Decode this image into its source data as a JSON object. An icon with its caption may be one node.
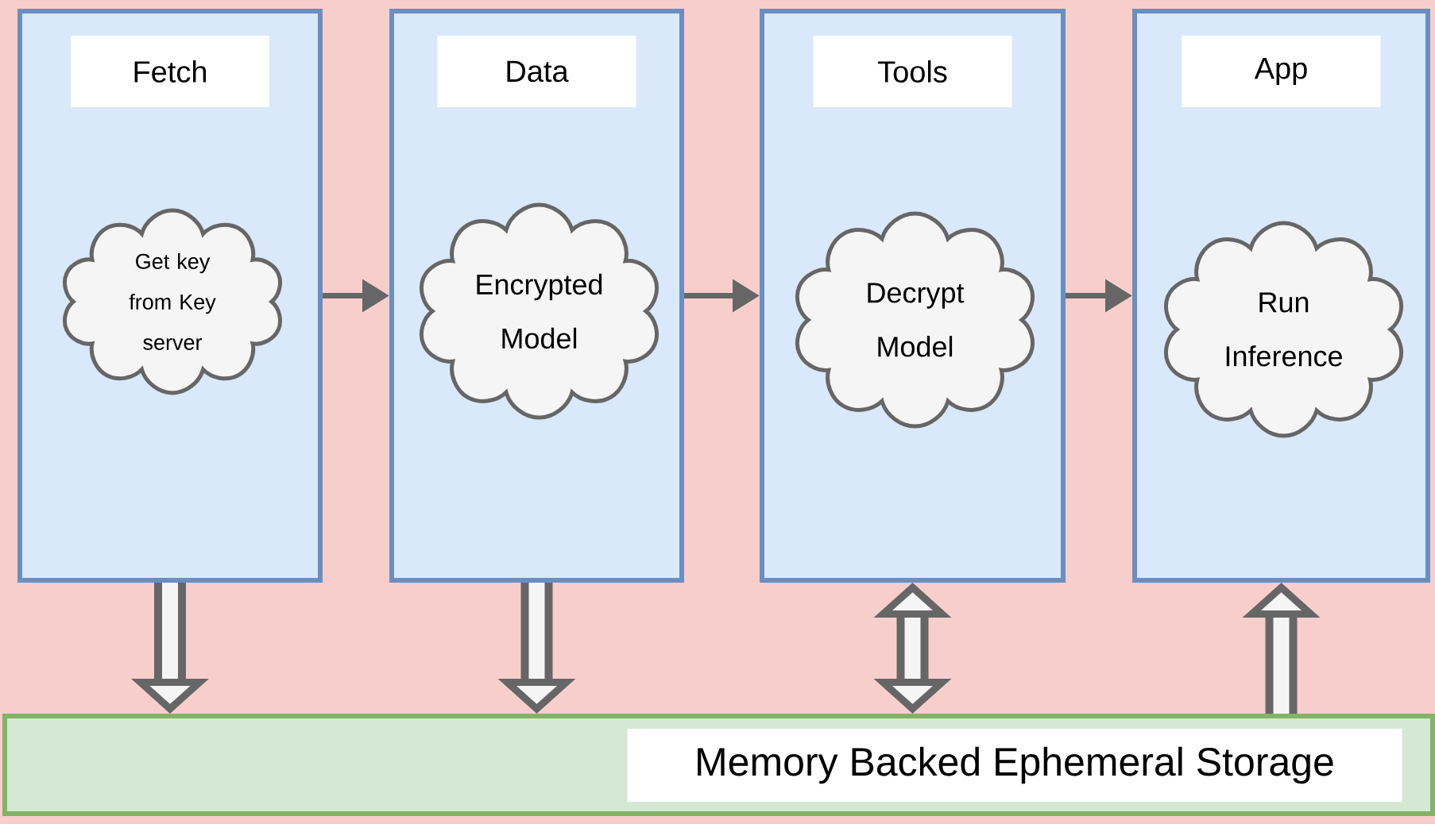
{
  "diagram": {
    "nodes": [
      {
        "text": [
          "Fetch"
        ]
      },
      {
        "text": [
          "Get key from Key server"
        ],
        "in": 0
      },
      {
        "text": [
          "Data"
        ]
      },
      {
        "text": [
          "Encrypted Model"
        ],
        "in": 2
      },
      {
        "text": [
          "Tools"
        ]
      },
      {
        "text": [
          "Decrypt Model"
        ],
        "in": 4
      },
      {
        "text": [
          "App"
        ]
      },
      {
        "text": [
          "Run Inference"
        ],
        "in": 6
      },
      {
        "text": [
          "Memory Backed Ephemeral Storage"
        ]
      }
    ],
    "edges": [
      {
        "from": 0,
        "to": 2,
        "arrow": "to"
      },
      {
        "from": 2,
        "to": 4,
        "arrow": "to"
      },
      {
        "from": 4,
        "to": 6,
        "arrow": "to"
      },
      {
        "from": 0,
        "to": 8,
        "arrow": "to"
      },
      {
        "from": 2,
        "to": 8,
        "arrow": "to"
      },
      {
        "from": 4,
        "to": 8,
        "arrow": "both"
      },
      {
        "from": 8,
        "to": 6,
        "arrow": "to"
      }
    ]
  }
}
